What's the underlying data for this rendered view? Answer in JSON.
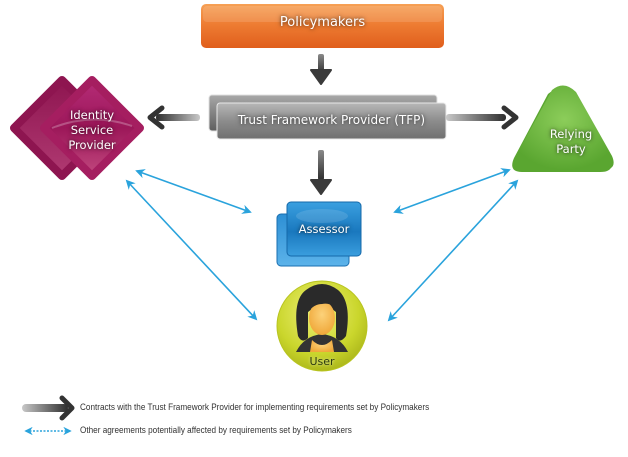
{
  "diagram": {
    "nodes": {
      "policymakers": {
        "label": "Policymakers"
      },
      "tfp": {
        "label": "Trust Framework Provider (TFP)"
      },
      "idp": {
        "label_lines": [
          "Identity",
          "Service",
          "Provider"
        ]
      },
      "rp": {
        "label_lines": [
          "Relying",
          "Party"
        ]
      },
      "assessor": {
        "label": "Assessor"
      },
      "user": {
        "label": "User"
      }
    },
    "edges": {
      "contracts": [
        {
          "from": "Policymakers",
          "to": "Trust Framework Provider (TFP)"
        },
        {
          "from": "Trust Framework Provider (TFP)",
          "to": "Identity Service Provider"
        },
        {
          "from": "Trust Framework Provider (TFP)",
          "to": "Relying Party"
        },
        {
          "from": "Trust Framework Provider (TFP)",
          "to": "Assessor"
        }
      ],
      "other_agreements": [
        {
          "between": [
            "Identity Service Provider",
            "Assessor"
          ]
        },
        {
          "between": [
            "Identity Service Provider",
            "User"
          ]
        },
        {
          "between": [
            "Relying Party",
            "Assessor"
          ]
        },
        {
          "between": [
            "Relying Party",
            "User"
          ]
        }
      ]
    },
    "legend": [
      {
        "icon": "dark-gray-arrow-icon",
        "text": "Contracts with the Trust Framework Provider for implementing requirements set by Policymakers"
      },
      {
        "icon": "blue-double-arrow-icon",
        "text": "Other agreements potentially affected by requirements set by Policymakers"
      }
    ],
    "colors": {
      "policymakers": "#e8702a",
      "tfp": "#8a8a8a",
      "idp": "#a2185f",
      "rp": "#6cb43c",
      "assessor": "#1f80c4",
      "user": "#c8d62a",
      "contract_arrow": "#555555",
      "agreement_arrow": "#2aa3dc"
    }
  }
}
